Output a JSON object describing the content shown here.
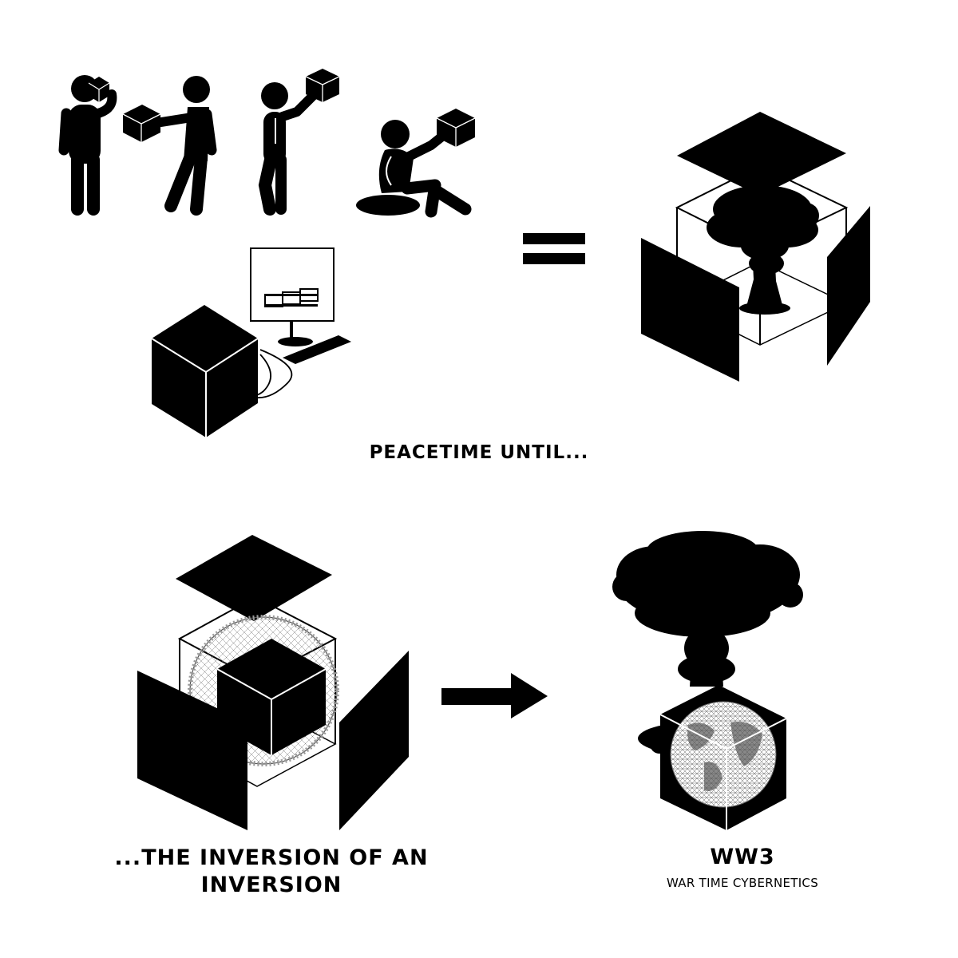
{
  "captions": {
    "peacetime": "PEACETIME UNTIL...",
    "inversion_line1": "...THE INVERSION OF AN",
    "inversion_line2": "INVERSION",
    "ww3_title": "WW3",
    "ww3_subtitle": "WAR TIME CYBERNETICS"
  },
  "icons": [
    "person-holding-cube-to-head-icon",
    "person-holding-cube-out-icon",
    "person-raising-cube-icon",
    "sitting-person-raising-cube-icon",
    "cube-computer-workstation-icon",
    "equals-sign-icon",
    "exploded-cube-with-mushroom-cloud-icon",
    "exploded-cube-with-globe-icon",
    "right-arrow-icon",
    "mushroom-cloud-with-globe-cube-icon"
  ],
  "colors": {
    "ink": "#000000",
    "paper": "#ffffff"
  }
}
